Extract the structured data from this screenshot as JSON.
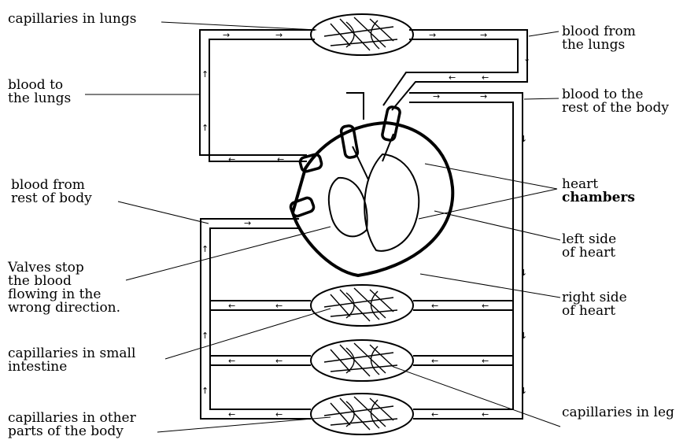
{
  "labels": {
    "capillaries_lungs": "capillaries in lungs",
    "blood_from_lungs": [
      "blood from",
      "the lungs"
    ],
    "blood_to_lungs": [
      "blood to",
      "the lungs"
    ],
    "blood_to_body": [
      "blood to the",
      "rest of the body"
    ],
    "heart_chambers": [
      "heart",
      "chambers"
    ],
    "blood_from_body": [
      "blood from",
      "rest of body"
    ],
    "left_side": [
      "left side",
      "of heart"
    ],
    "valves": [
      "Valves stop",
      "the blood",
      "flowing in the",
      "wrong direction."
    ],
    "right_side": [
      "right side",
      "of heart"
    ],
    "capillaries_intestine": [
      "capillaries in small",
      "intestine"
    ],
    "capillaries_leg": "capillaries in leg",
    "capillaries_other": [
      "capillaries in other",
      "parts of the body"
    ]
  }
}
